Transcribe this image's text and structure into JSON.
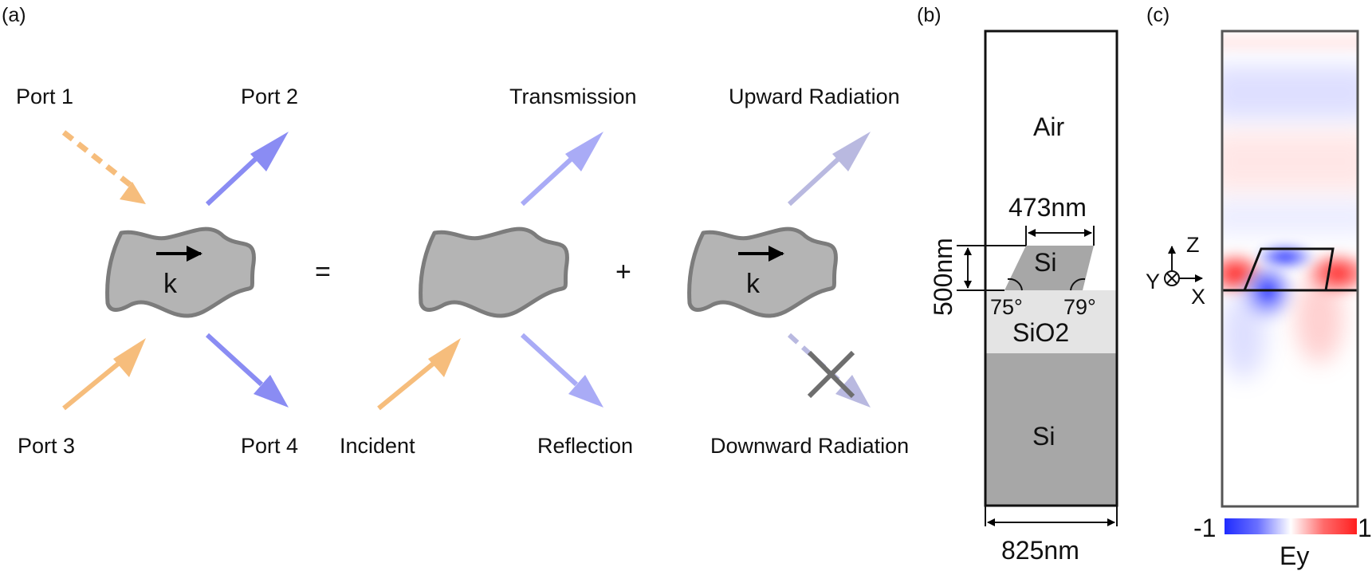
{
  "panel_a": {
    "tag": "(a)",
    "ports": [
      "Port 1",
      "Port 2",
      "Port 3",
      "Port 4"
    ],
    "k_label": "k",
    "equals": "=",
    "plus": "+",
    "transmission": "Transmission",
    "incident": "Incident",
    "reflection": "Reflection",
    "upward_radiation": "Upward Radiation",
    "downward_radiation": "Downward Radiation",
    "colors": {
      "orange": "#f6bd7c",
      "blue": "#8a8cf3",
      "light_blue": "#a9abf6",
      "lavender": "#b9b9e0",
      "blob": "#b4b4b4",
      "blob_edge": "#7c7c7c"
    }
  },
  "panel_b": {
    "tag": "(b)",
    "air": "Air",
    "si_top": "Si",
    "sio2": "SiO2",
    "si_substrate": "Si",
    "top_width": "473nm",
    "height": "500nm",
    "bottom_width": "825nm",
    "angle_left": "75°",
    "angle_right": "79°",
    "colors": {
      "substrate": "#a7a7a7",
      "oxide": "#e4e4e4",
      "grating": "#a7a7a7"
    }
  },
  "panel_c": {
    "tag": "(c)",
    "axis_z": "Z",
    "axis_y": "Y",
    "axis_x": "X",
    "colorbar_min": "-1",
    "colorbar_max": "1",
    "field_label": "Ey",
    "colors": {
      "negative": "#1f2bff",
      "positive": "#ff1f1f"
    }
  }
}
